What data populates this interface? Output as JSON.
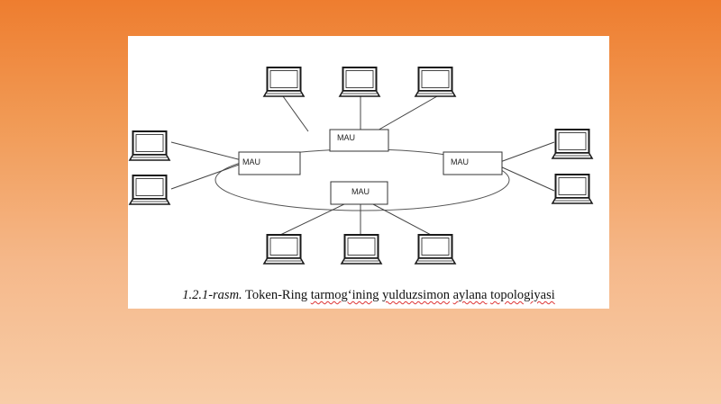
{
  "diagram": {
    "hub_label": "MAU",
    "caption": {
      "number": "1.2.1-rasm.",
      "text_plain": "Token-Ring",
      "text_word_1": "tarmog‘ining",
      "text_word_2": "yulduzsimon",
      "text_word_3": "aylana",
      "text_word_4": "topologiyasi"
    }
  }
}
